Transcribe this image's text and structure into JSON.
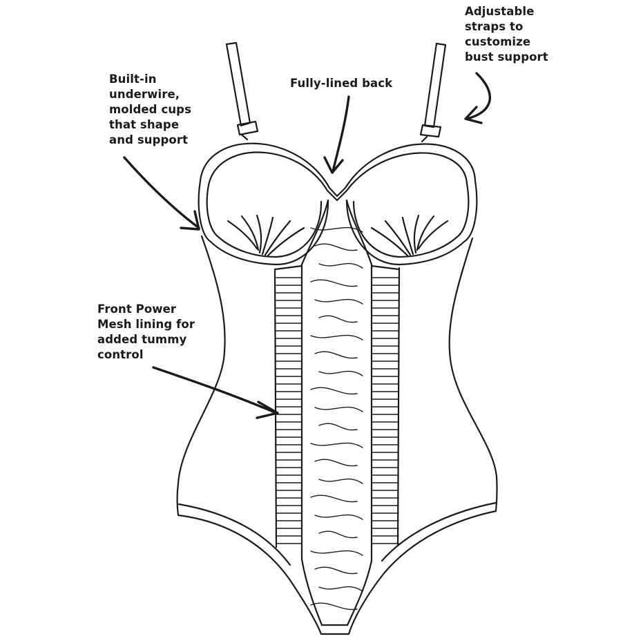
{
  "callouts": {
    "underwire": {
      "lines": [
        "Built-in",
        "underwire,",
        "molded cups",
        "that shape",
        "and support"
      ]
    },
    "back": {
      "lines": [
        "Fully-lined back"
      ]
    },
    "straps": {
      "lines": [
        "Adjustable",
        "straps to",
        "customize",
        "bust support"
      ]
    },
    "mesh": {
      "lines": [
        "Front Power",
        "Mesh lining for",
        "added tummy",
        "control"
      ]
    }
  },
  "colors": {
    "ink": "#1a1a1a",
    "background": "#ffffff"
  }
}
